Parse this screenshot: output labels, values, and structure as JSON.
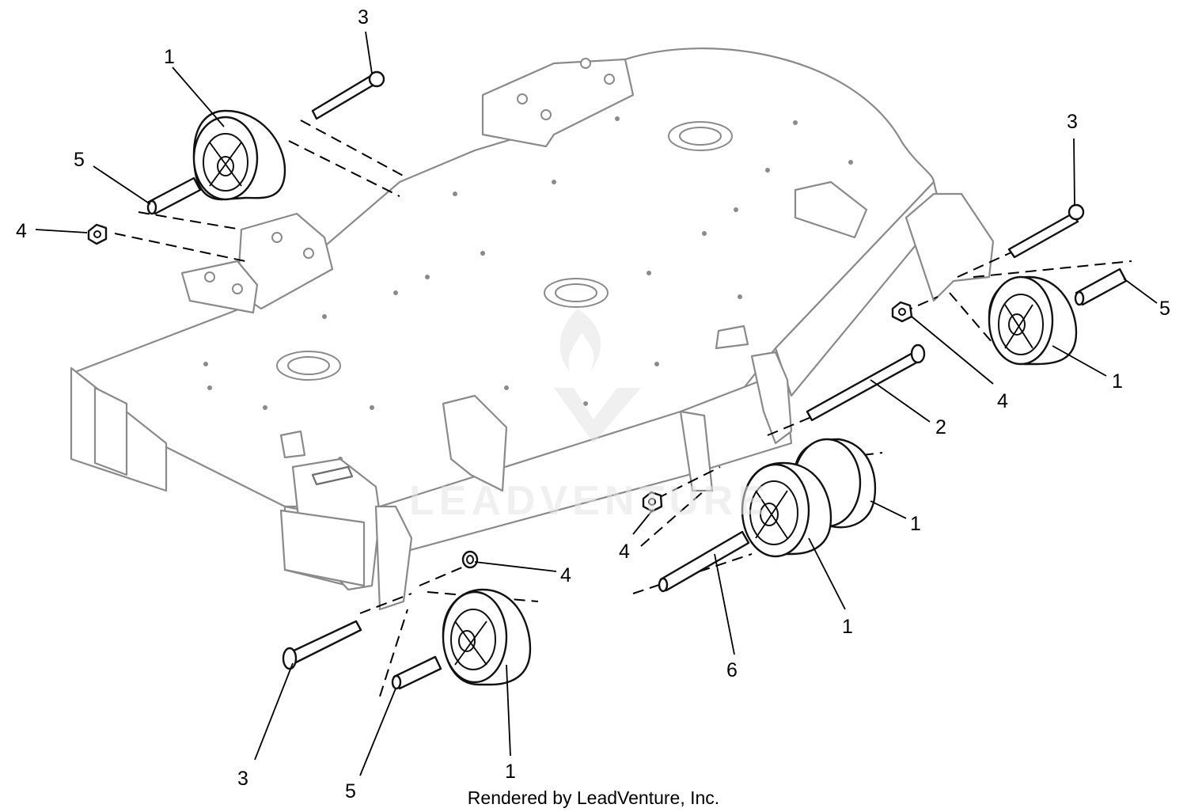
{
  "callouts": {
    "c1a": "1",
    "c1b": "1",
    "c1c": "1",
    "c1d": "1",
    "c1e": "1",
    "c2": "2",
    "c3a": "3",
    "c3b": "3",
    "c3c": "3",
    "c4a": "4",
    "c4b": "4",
    "c4c": "4",
    "c4d": "4",
    "c5a": "5",
    "c5b": "5",
    "c5c": "5",
    "c6": "6"
  },
  "footer": "Rendered by LeadVenture, Inc.",
  "watermark": "LEADVENTURE",
  "colors": {
    "line": "#111111",
    "deck": "#8a8a8a",
    "watermark": "#e4e4e4"
  }
}
